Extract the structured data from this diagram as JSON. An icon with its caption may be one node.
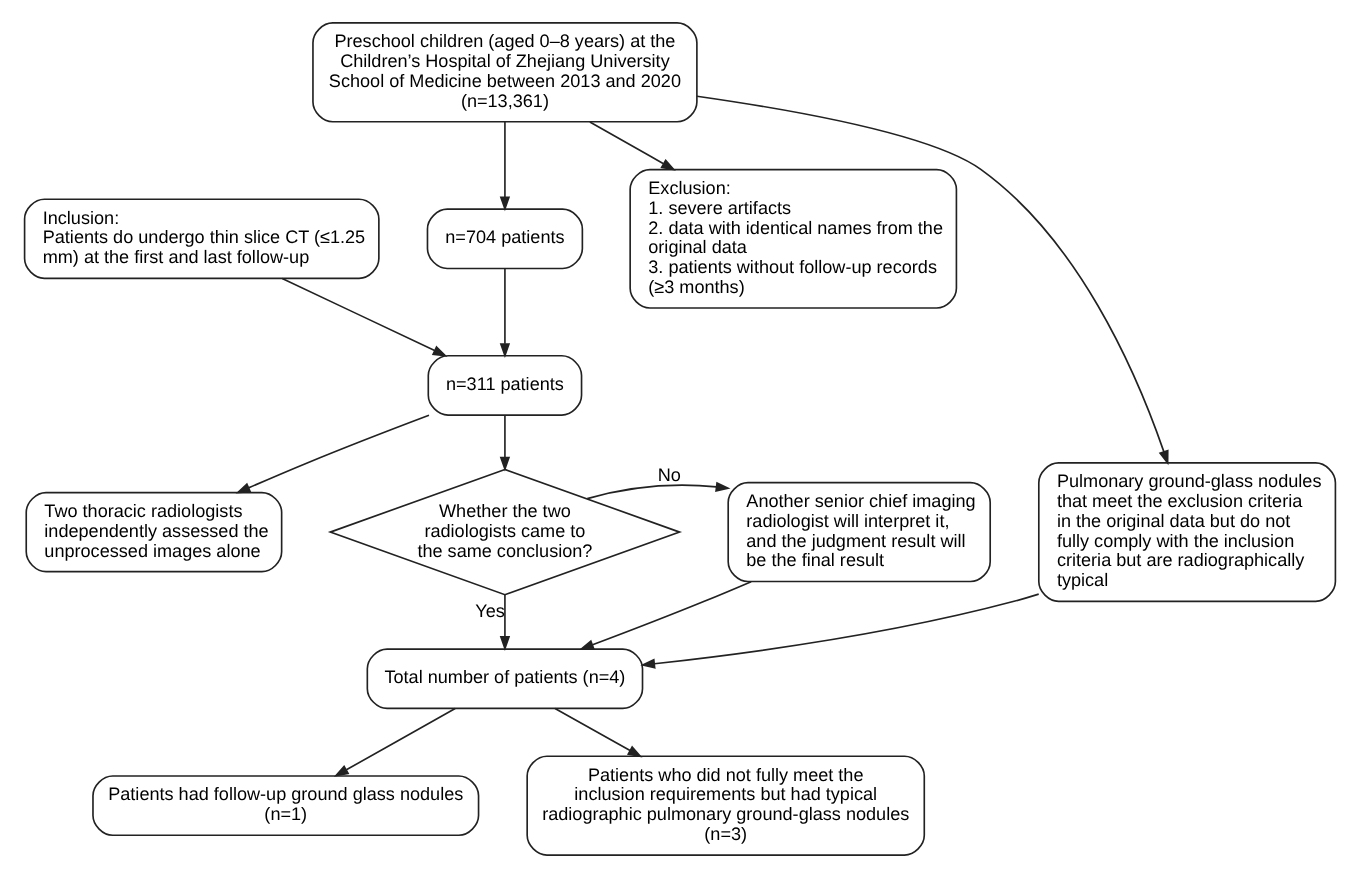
{
  "diagram": {
    "nodes": [
      {
        "text": [
          "Preschool children (aged 0–8 years) at the Children’s Hospital of Zhejiang University School of Medicine between 2013 and 2020 (n=13,361)"
        ]
      },
      {
        "text": [
          "Exclusion:",
          "1. severe artifacts",
          "2. data with identical names from the original data",
          "3. patients without follow-up records (≥3 months)"
        ]
      },
      {
        "text": [
          "Inclusion:",
          "Patients do undergo thin slice CT (≤1.25 mm) at the first and last follow-up"
        ]
      },
      {
        "text": [
          "n=704 patients"
        ]
      },
      {
        "text": [
          "n=311 patients"
        ]
      },
      {
        "text": [
          "Two thoracic radiologists independently assessed the unprocessed images alone"
        ]
      },
      {
        "text": [
          "Whether the two radiologists came to the same conclusion?"
        ]
      },
      {
        "text": [
          "Another senior chief imaging radiologist will interpret it, and the judgment result will be the final result"
        ]
      },
      {
        "text": [
          "Pulmonary ground-glass nodules that meet the exclusion criteria in the original data but do not fully comply with the inclusion criteria but are radiographically typical"
        ]
      },
      {
        "text": [
          "Total number of patients (n=4)"
        ]
      },
      {
        "text": [
          "Patients had follow-up ground glass nodules (n=1)"
        ]
      },
      {
        "text": [
          "Patients who did not fully meet the inclusion requirements but had typical radiographic pulmonary ground-glass nodules (n=3)"
        ]
      }
    ],
    "edges": [
      {
        "from": 0,
        "to": 3,
        "arrow": "to"
      },
      {
        "from": 0,
        "to": 1,
        "arrow": "to"
      },
      {
        "from": 0,
        "to": 8,
        "arrow": "to"
      },
      {
        "from": 2,
        "to": 4,
        "arrow": "to"
      },
      {
        "from": 3,
        "to": 4,
        "arrow": "to"
      },
      {
        "from": 4,
        "to": 5,
        "arrow": "to"
      },
      {
        "from": 4,
        "to": 6,
        "arrow": "to"
      },
      {
        "from": 6,
        "to": 7,
        "label": "No",
        "arrow": "to"
      },
      {
        "from": 6,
        "to": 9,
        "label": "Yes",
        "arrow": "to"
      },
      {
        "from": 7,
        "to": 9,
        "arrow": "to"
      },
      {
        "from": 8,
        "to": 9,
        "arrow": "to"
      },
      {
        "from": 9,
        "to": 10,
        "arrow": "to"
      },
      {
        "from": 9,
        "to": 11,
        "arrow": "to"
      }
    ]
  }
}
